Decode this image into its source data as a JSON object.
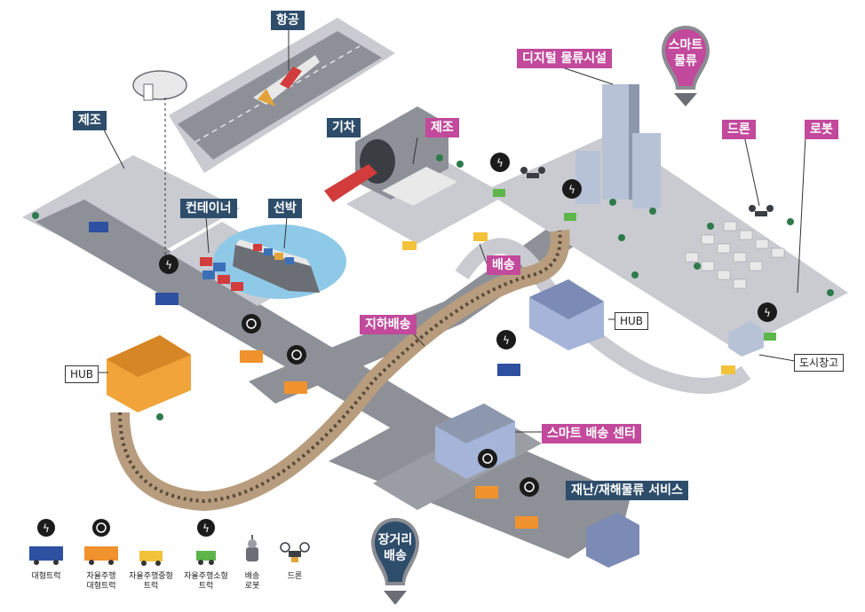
{
  "labels": {
    "aviation": "항공",
    "manufacturing_left": "제조",
    "train": "기차",
    "manufacturing_right": "제조",
    "container": "컨테이너",
    "ship": "선박",
    "digital_facility": "디지털 물류시설",
    "drone": "드론",
    "robot": "로봇",
    "delivery": "배송",
    "underground": "지하배송",
    "hub_left": "HUB",
    "hub_right": "HUB",
    "urban_warehouse": "도시창고",
    "smart_center": "스마트 배송 센터",
    "disaster": "재난/재해물류 서비스"
  },
  "pins": {
    "smart_logistics": [
      "스마트",
      "물류"
    ],
    "long_distance": [
      "장거리",
      "배송"
    ]
  },
  "legend": [
    {
      "icon": "electric-icon",
      "lines": [
        "대형트럭"
      ],
      "truck": "blue"
    },
    {
      "icon": "steering-wheel-icon",
      "lines": [
        "자율주행",
        "대형트럭"
      ],
      "truck": "orange"
    },
    {
      "icon": "none",
      "lines": [
        "자율주행중형",
        "트럭"
      ],
      "truck": "yellow"
    },
    {
      "icon": "electric-icon",
      "lines": [
        "자율주행소형",
        "트럭"
      ],
      "truck": "green"
    },
    {
      "icon": "none",
      "lines": [
        "배송",
        "로봇"
      ],
      "truck": "robot"
    },
    {
      "icon": "none",
      "lines": [
        "드론"
      ],
      "truck": "drone"
    }
  ],
  "colors": {
    "navy_label": "#2e4d6b",
    "magenta_label": "#c2499b",
    "road": "#8d9097",
    "ground": "#c9cbd0",
    "tunnel": "#b79d7e",
    "water": "#8fc9e8"
  }
}
